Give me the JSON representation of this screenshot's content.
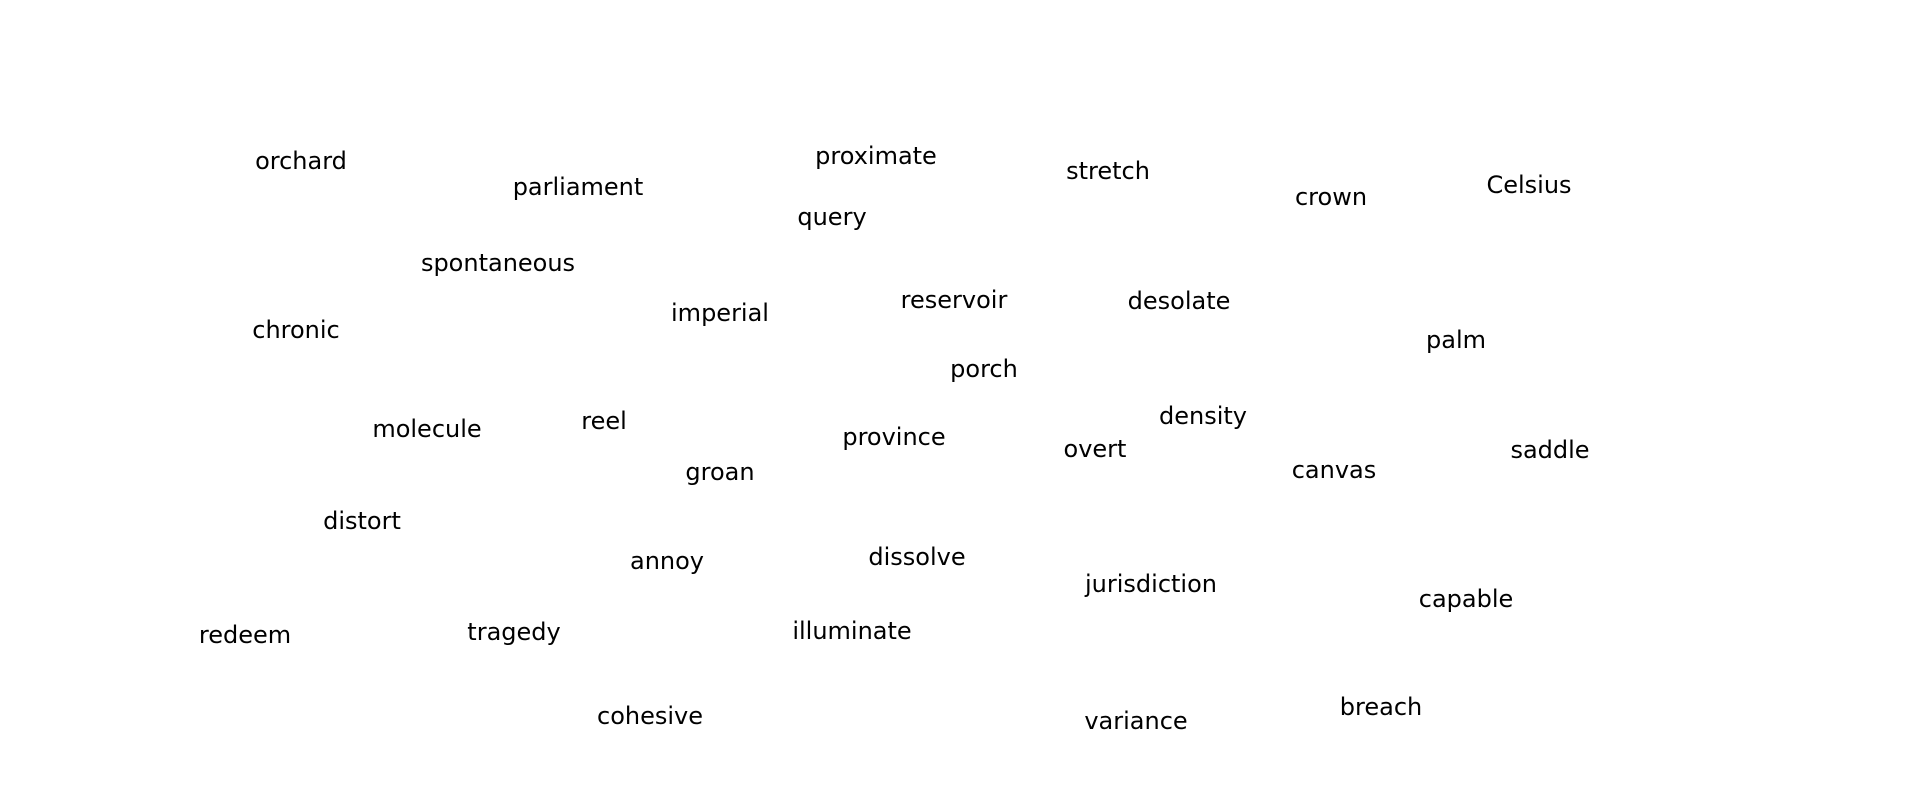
{
  "words": [
    "orchard",
    "parliament",
    "proximate",
    "stretch",
    "crown",
    "Celsius",
    "query",
    "spontaneous",
    "imperial",
    "reservoir",
    "desolate",
    "chronic",
    "palm",
    "porch",
    "molecule",
    "reel",
    "province",
    "density",
    "overt",
    "saddle",
    "groan",
    "canvas",
    "distort",
    "annoy",
    "dissolve",
    "jurisdiction",
    "capable",
    "redeem",
    "tragedy",
    "illuminate",
    "cohesive",
    "variance",
    "breach"
  ]
}
